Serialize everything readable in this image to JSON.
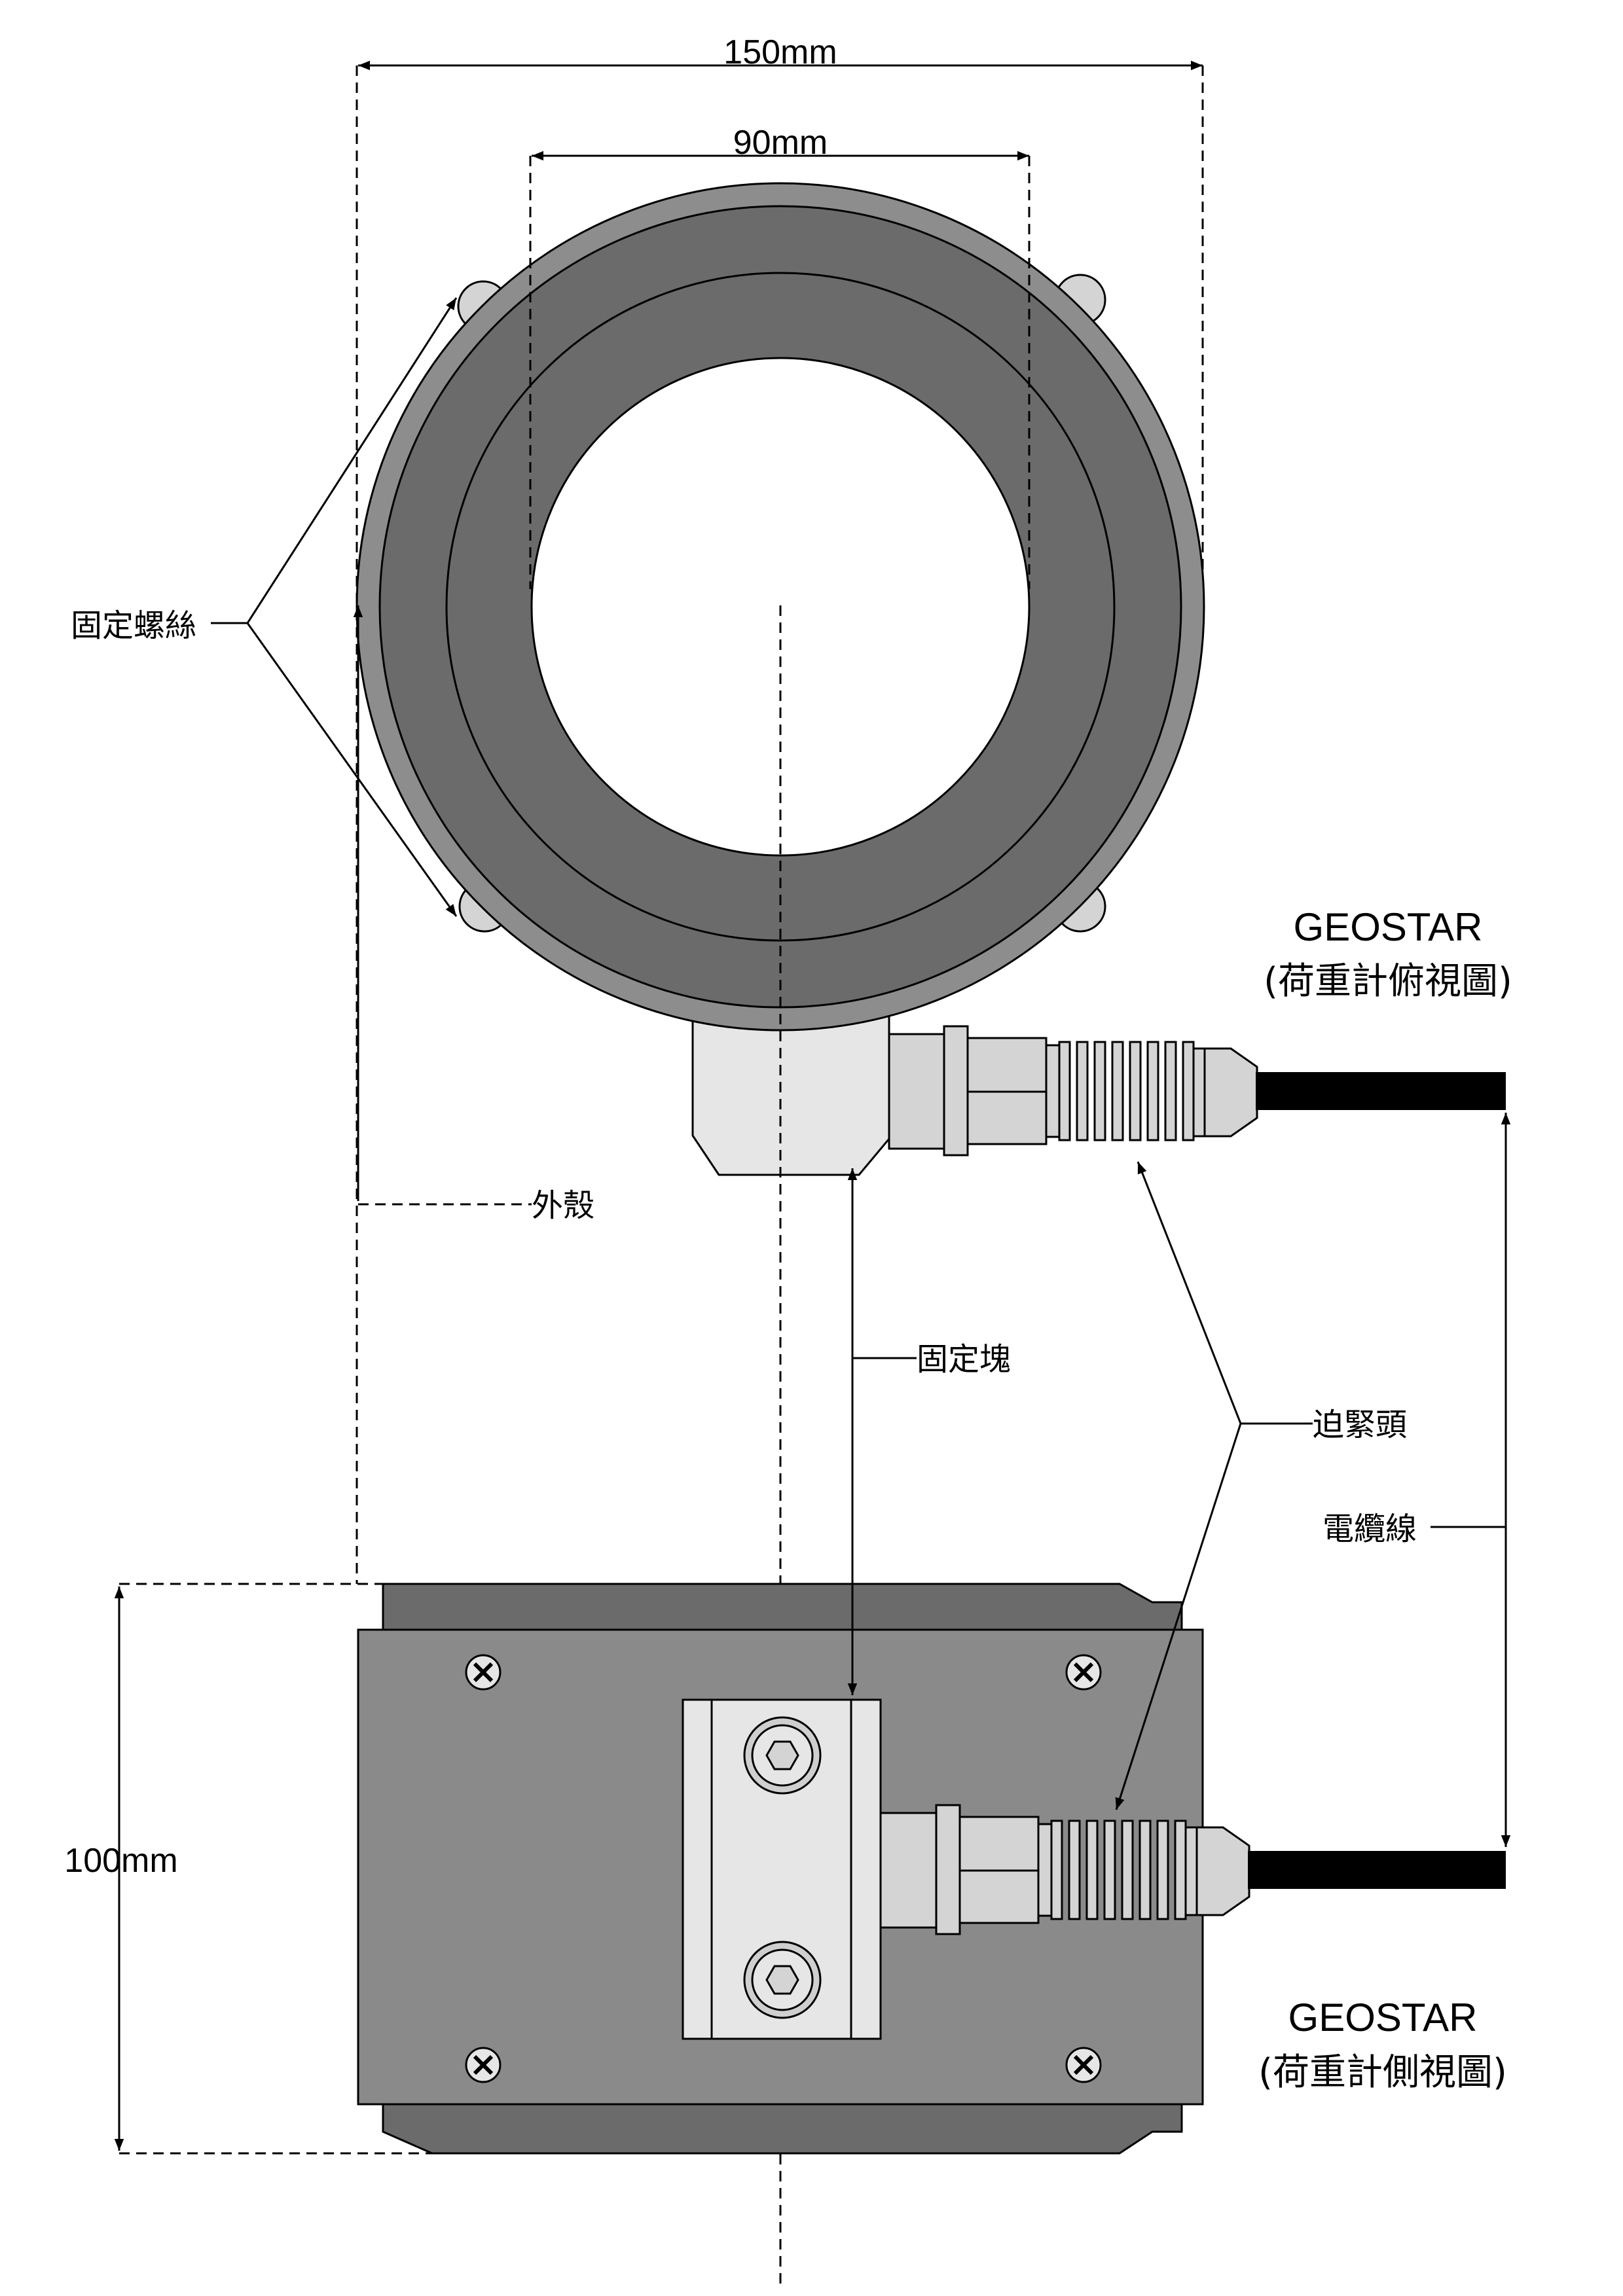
{
  "dimensions": {
    "outer_width": "150mm",
    "inner_diameter": "90mm",
    "height": "100mm"
  },
  "labels": {
    "fixing_screw": "固定螺絲",
    "housing": "外殼",
    "fixing_block": "固定塊",
    "compression_gland": "迫緊頭",
    "cable": "電纜線"
  },
  "titles": {
    "top_view_brand": "GEOSTAR",
    "top_view_name": "(荷重計俯視圖)",
    "side_view_brand": "GEOSTAR",
    "side_view_name": "(荷重計側視圖)"
  },
  "colors": {
    "body_dark": "#6b6b6b",
    "body_mid": "#8a8a8a",
    "fitting_light": "#d4d4d4",
    "cable": "#000000"
  }
}
